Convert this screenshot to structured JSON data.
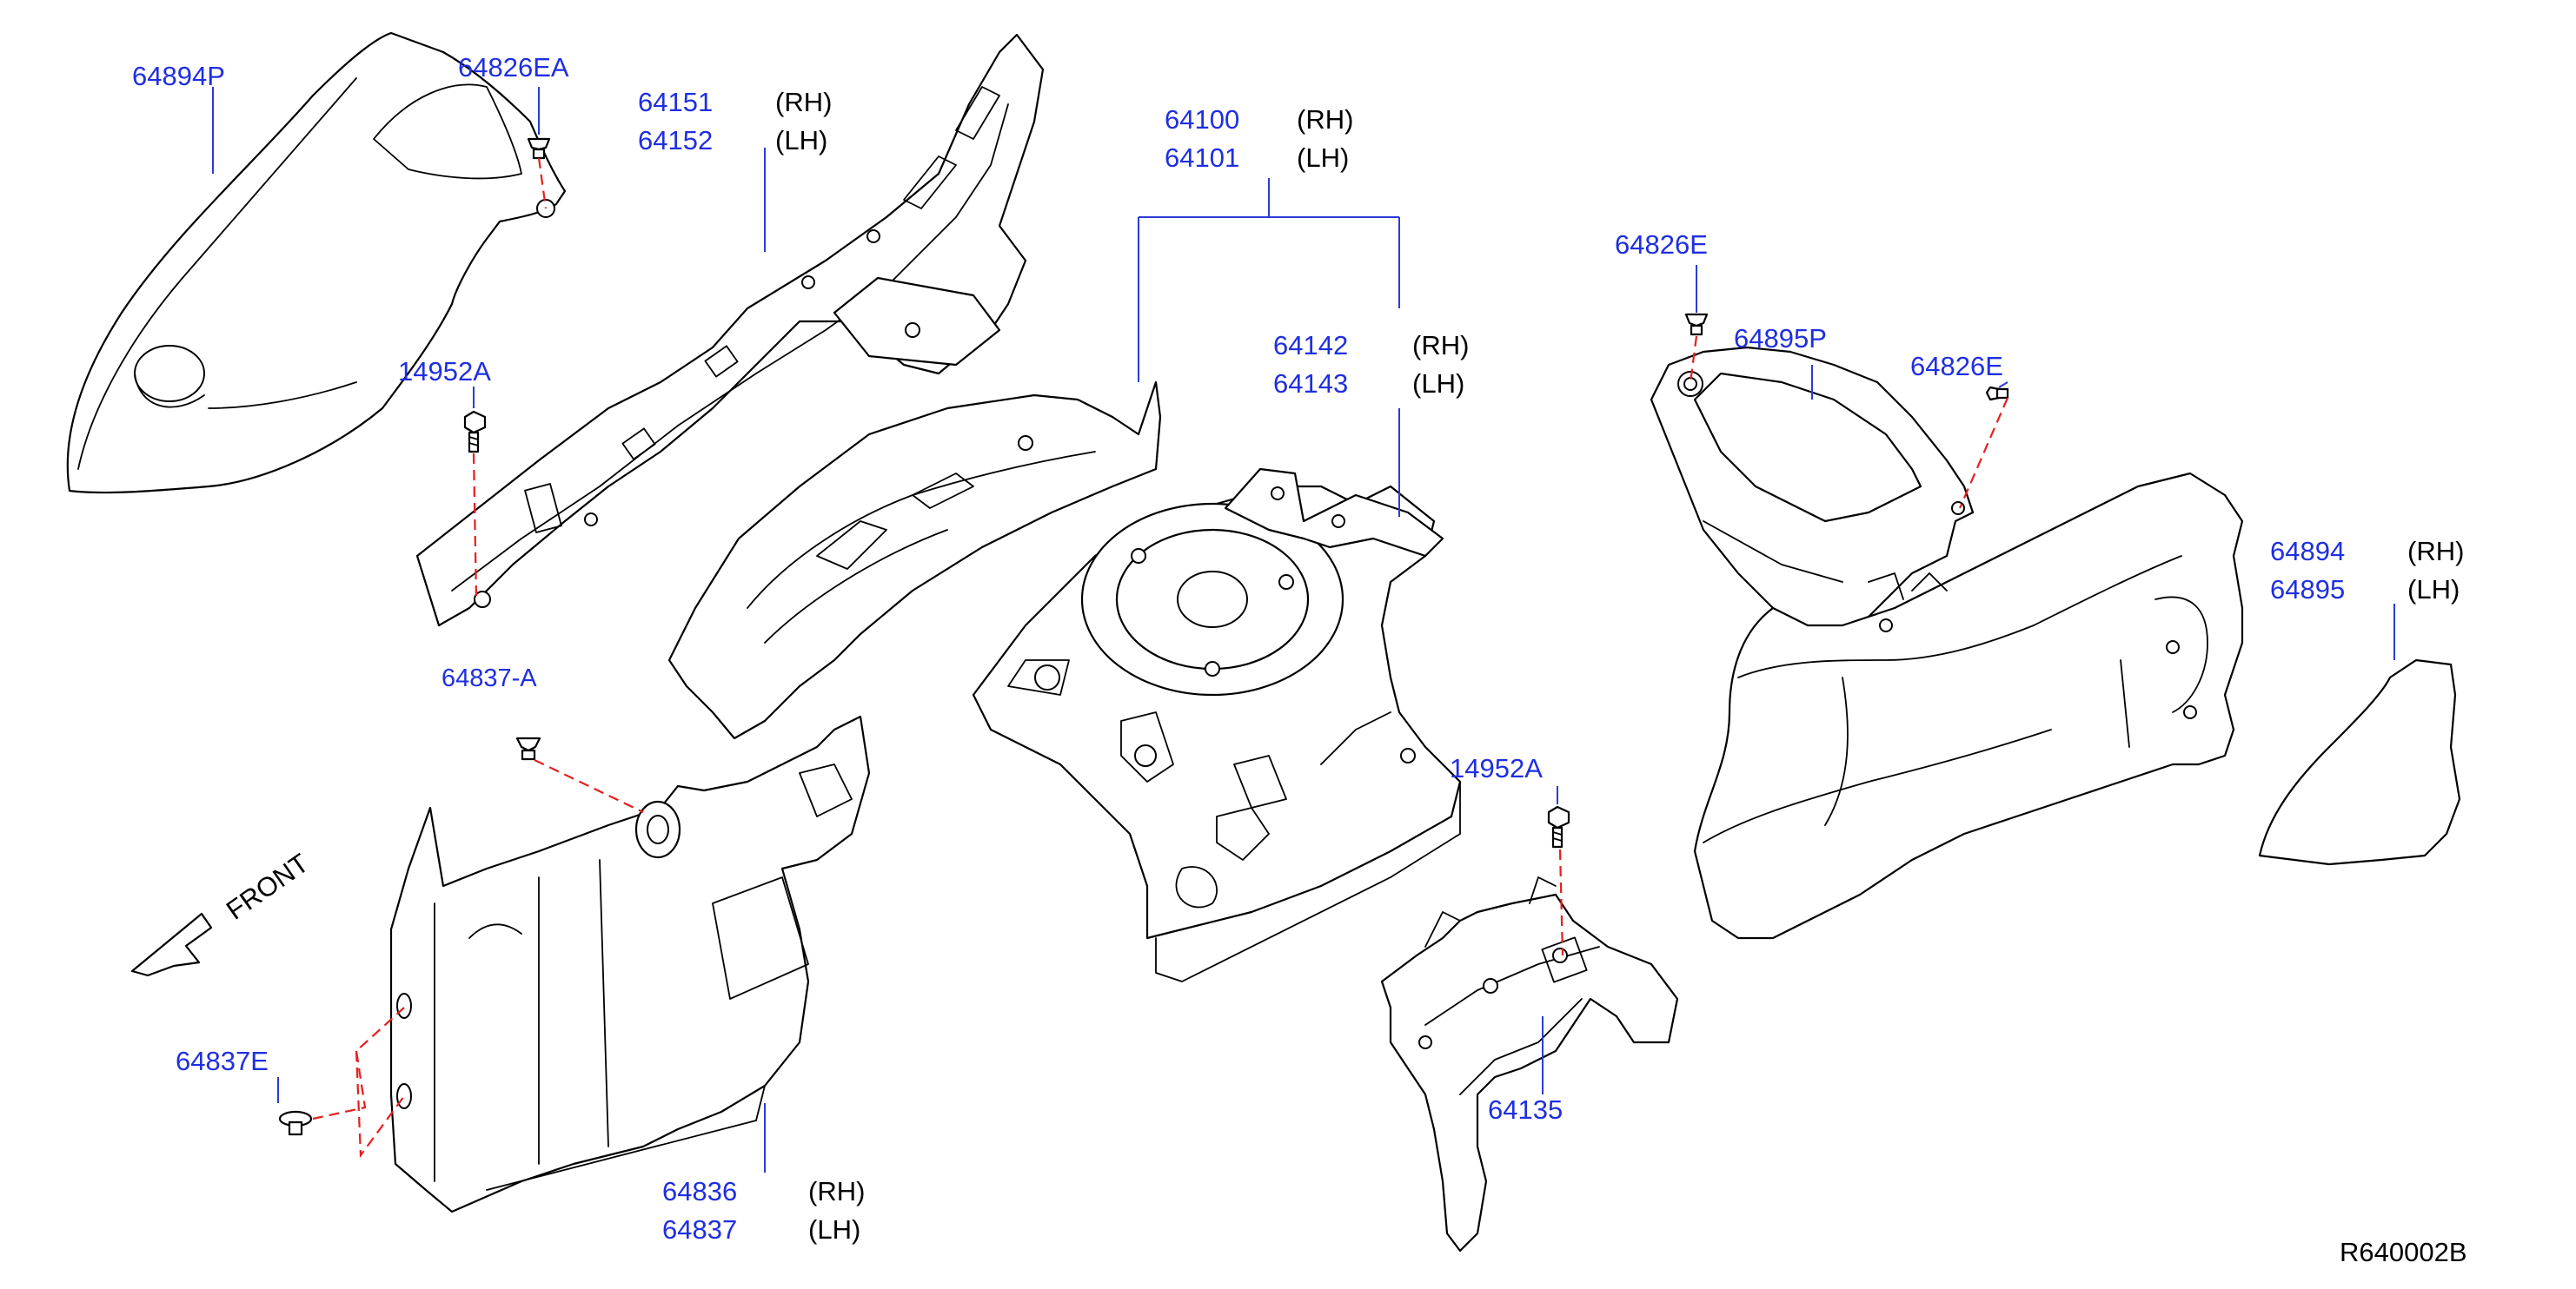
{
  "diagram_code": "R640002B",
  "direction_label": "FRONT",
  "colors": {
    "part_number": "#1f2fe0",
    "leader": "#2a3bd6",
    "fastener_dash": "#e81d1d",
    "outline": "#000000"
  },
  "labels": {
    "c64894P": "64894P",
    "c64826EA": "64826EA",
    "c64151": "64151",
    "c64152": "64152",
    "c64100": "64100",
    "c64101": "64101",
    "c64142": "64142",
    "c64143": "64143",
    "c14952A_left": "14952A",
    "c14952A_mid": "14952A",
    "c64826E_top": "64826E",
    "c64895P": "64895P",
    "c64826E_right": "64826E",
    "c64894": "64894",
    "c64895": "64895",
    "c64837E": "64837E",
    "c64836": "64836",
    "c64837": "64837",
    "c64135": "64135",
    "c64837A_partial": "64837-A"
  },
  "sides": {
    "rh": "(RH)",
    "lh": "(LH)"
  }
}
